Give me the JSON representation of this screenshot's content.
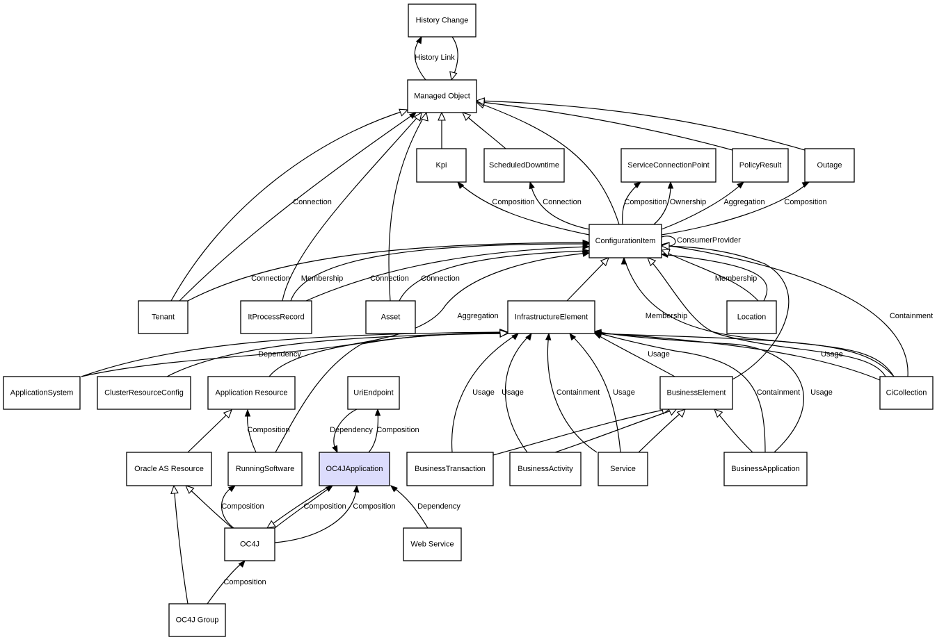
{
  "diagram": {
    "type": "class-relationship-graph",
    "highlighted_node": "OC4JApplication",
    "highlight_color": "#dcdcfc",
    "nodes": [
      {
        "id": "history_change",
        "label": "History Change"
      },
      {
        "id": "managed_object",
        "label": "Managed Object"
      },
      {
        "id": "kpi",
        "label": "Kpi"
      },
      {
        "id": "scheduled_downtime",
        "label": "ScheduledDowntime"
      },
      {
        "id": "service_connection_point",
        "label": "ServiceConnectionPoint"
      },
      {
        "id": "policy_result",
        "label": "PolicyResult"
      },
      {
        "id": "outage",
        "label": "Outage"
      },
      {
        "id": "configuration_item",
        "label": "ConfigurationItem"
      },
      {
        "id": "tenant",
        "label": "Tenant"
      },
      {
        "id": "it_process_record",
        "label": "ItProcessRecord"
      },
      {
        "id": "asset",
        "label": "Asset"
      },
      {
        "id": "infrastructure_element",
        "label": "InfrastructureElement"
      },
      {
        "id": "location",
        "label": "Location"
      },
      {
        "id": "application_system",
        "label": "ApplicationSystem"
      },
      {
        "id": "cluster_resource_config",
        "label": "ClusterResourceConfig"
      },
      {
        "id": "application_resource",
        "label": "Application Resource"
      },
      {
        "id": "uri_endpoint",
        "label": "UriEndpoint"
      },
      {
        "id": "business_element",
        "label": "BusinessElement"
      },
      {
        "id": "ci_collection",
        "label": "CiCollection"
      },
      {
        "id": "oracle_as_resource",
        "label": "Oracle AS Resource"
      },
      {
        "id": "running_software",
        "label": "RunningSoftware"
      },
      {
        "id": "oc4j_application",
        "label": "OC4JApplication"
      },
      {
        "id": "business_transaction",
        "label": "BusinessTransaction"
      },
      {
        "id": "business_activity",
        "label": "BusinessActivity"
      },
      {
        "id": "service",
        "label": "Service"
      },
      {
        "id": "business_application",
        "label": "BusinessApplication"
      },
      {
        "id": "oc4j",
        "label": "OC4J"
      },
      {
        "id": "web_service",
        "label": "Web Service"
      },
      {
        "id": "oc4j_group",
        "label": "OC4J Group"
      }
    ],
    "edges": [
      {
        "from": "managed_object",
        "to": "history_change",
        "kind": "association",
        "label": "History Link"
      },
      {
        "from": "history_change",
        "to": "managed_object",
        "kind": "inheritance",
        "label": ""
      },
      {
        "from": "tenant",
        "to": "managed_object",
        "kind": "inheritance",
        "label": ""
      },
      {
        "from": "tenant",
        "to": "managed_object",
        "kind": "association",
        "label": "Connection"
      },
      {
        "from": "it_process_record",
        "to": "managed_object",
        "kind": "inheritance",
        "label": ""
      },
      {
        "from": "asset",
        "to": "managed_object",
        "kind": "inheritance",
        "label": ""
      },
      {
        "from": "kpi",
        "to": "managed_object",
        "kind": "inheritance",
        "label": ""
      },
      {
        "from": "scheduled_downtime",
        "to": "managed_object",
        "kind": "inheritance",
        "label": ""
      },
      {
        "from": "configuration_item",
        "to": "managed_object",
        "kind": "inheritance",
        "label": ""
      },
      {
        "from": "policy_result",
        "to": "managed_object",
        "kind": "inheritance",
        "label": ""
      },
      {
        "from": "outage",
        "to": "managed_object",
        "kind": "inheritance",
        "label": ""
      },
      {
        "from": "configuration_item",
        "to": "kpi",
        "kind": "association",
        "label": "Composition"
      },
      {
        "from": "configuration_item",
        "to": "scheduled_downtime",
        "kind": "association",
        "label": "Connection"
      },
      {
        "from": "configuration_item",
        "to": "service_connection_point",
        "kind": "association",
        "label": "Composition"
      },
      {
        "from": "configuration_item",
        "to": "service_connection_point",
        "kind": "association",
        "label": "Ownership"
      },
      {
        "from": "configuration_item",
        "to": "policy_result",
        "kind": "association",
        "label": "Aggregation"
      },
      {
        "from": "configuration_item",
        "to": "outage",
        "kind": "association",
        "label": "Composition"
      },
      {
        "from": "configuration_item",
        "to": "configuration_item",
        "kind": "association",
        "label": "ConsumerProvider"
      },
      {
        "from": "tenant",
        "to": "configuration_item",
        "kind": "association",
        "label": "Connection"
      },
      {
        "from": "it_process_record",
        "to": "configuration_item",
        "kind": "association",
        "label": "Membership"
      },
      {
        "from": "it_process_record",
        "to": "configuration_item",
        "kind": "association",
        "label": "Connection"
      },
      {
        "from": "asset",
        "to": "configuration_item",
        "kind": "association",
        "label": "Connection"
      },
      {
        "from": "application_system",
        "to": "configuration_item",
        "kind": "association",
        "label": "Aggregation"
      },
      {
        "from": "infrastructure_element",
        "to": "configuration_item",
        "kind": "inheritance",
        "label": ""
      },
      {
        "from": "location",
        "to": "configuration_item",
        "kind": "association",
        "label": "Membership"
      },
      {
        "from": "location",
        "to": "configuration_item",
        "kind": "inheritance",
        "label": ""
      },
      {
        "from": "ci_collection",
        "to": "configuration_item",
        "kind": "association",
        "label": "Membership"
      },
      {
        "from": "ci_collection",
        "to": "configuration_item",
        "kind": "inheritance",
        "label": ""
      },
      {
        "from": "ci_collection",
        "to": "configuration_item",
        "kind": "association",
        "label": "Containment"
      },
      {
        "from": "business_element",
        "to": "configuration_item",
        "kind": "inheritance",
        "label": ""
      },
      {
        "from": "application_system",
        "to": "infrastructure_element",
        "kind": "inheritance",
        "label": ""
      },
      {
        "from": "cluster_resource_config",
        "to": "infrastructure_element",
        "kind": "inheritance",
        "label": ""
      },
      {
        "from": "application_resource",
        "to": "infrastructure_element",
        "kind": "association",
        "label": "Dependency"
      },
      {
        "from": "running_software",
        "to": "infrastructure_element",
        "kind": "inheritance",
        "label": ""
      },
      {
        "from": "business_transaction",
        "to": "infrastructure_element",
        "kind": "association",
        "label": "Usage"
      },
      {
        "from": "business_activity",
        "to": "infrastructure_element",
        "kind": "association",
        "label": "Usage"
      },
      {
        "from": "service",
        "to": "infrastructure_element",
        "kind": "association",
        "label": "Containment"
      },
      {
        "from": "service",
        "to": "infrastructure_element",
        "kind": "association",
        "label": "Usage"
      },
      {
        "from": "business_element",
        "to": "infrastructure_element",
        "kind": "association",
        "label": "Usage"
      },
      {
        "from": "business_application",
        "to": "infrastructure_element",
        "kind": "association",
        "label": "Containment"
      },
      {
        "from": "business_application",
        "to": "infrastructure_element",
        "kind": "association",
        "label": "Usage"
      },
      {
        "from": "ci_collection",
        "to": "infrastructure_element",
        "kind": "association",
        "label": "Usage"
      },
      {
        "from": "ci_collection",
        "to": "infrastructure_element",
        "kind": "association",
        "label": ""
      },
      {
        "from": "oracle_as_resource",
        "to": "application_resource",
        "kind": "inheritance",
        "label": ""
      },
      {
        "from": "running_software",
        "to": "application_resource",
        "kind": "association",
        "label": "Composition"
      },
      {
        "from": "uri_endpoint",
        "to": "oc4j_application",
        "kind": "association",
        "label": "Dependency"
      },
      {
        "from": "oc4j_application",
        "to": "uri_endpoint",
        "kind": "association",
        "label": "Composition"
      },
      {
        "from": "business_transaction",
        "to": "business_element",
        "kind": "inheritance",
        "label": ""
      },
      {
        "from": "business_activity",
        "to": "business_element",
        "kind": "inheritance",
        "label": ""
      },
      {
        "from": "service",
        "to": "business_element",
        "kind": "inheritance",
        "label": ""
      },
      {
        "from": "business_application",
        "to": "business_element",
        "kind": "inheritance",
        "label": ""
      },
      {
        "from": "oc4j",
        "to": "oracle_as_resource",
        "kind": "inheritance",
        "label": ""
      },
      {
        "from": "oc4j",
        "to": "running_software",
        "kind": "association",
        "label": "Composition"
      },
      {
        "from": "oc4j_application",
        "to": "oc4j",
        "kind": "inheritance",
        "label": ""
      },
      {
        "from": "oc4j",
        "to": "oc4j_application",
        "kind": "association",
        "label": "Composition"
      },
      {
        "from": "oc4j",
        "to": "oc4j_application",
        "kind": "association",
        "label": "Composition"
      },
      {
        "from": "web_service",
        "to": "oc4j_application",
        "kind": "association",
        "label": "Dependency"
      },
      {
        "from": "oc4j_group",
        "to": "oracle_as_resource",
        "kind": "inheritance",
        "label": ""
      },
      {
        "from": "oc4j_group",
        "to": "oc4j",
        "kind": "association",
        "label": "Composition"
      }
    ]
  }
}
